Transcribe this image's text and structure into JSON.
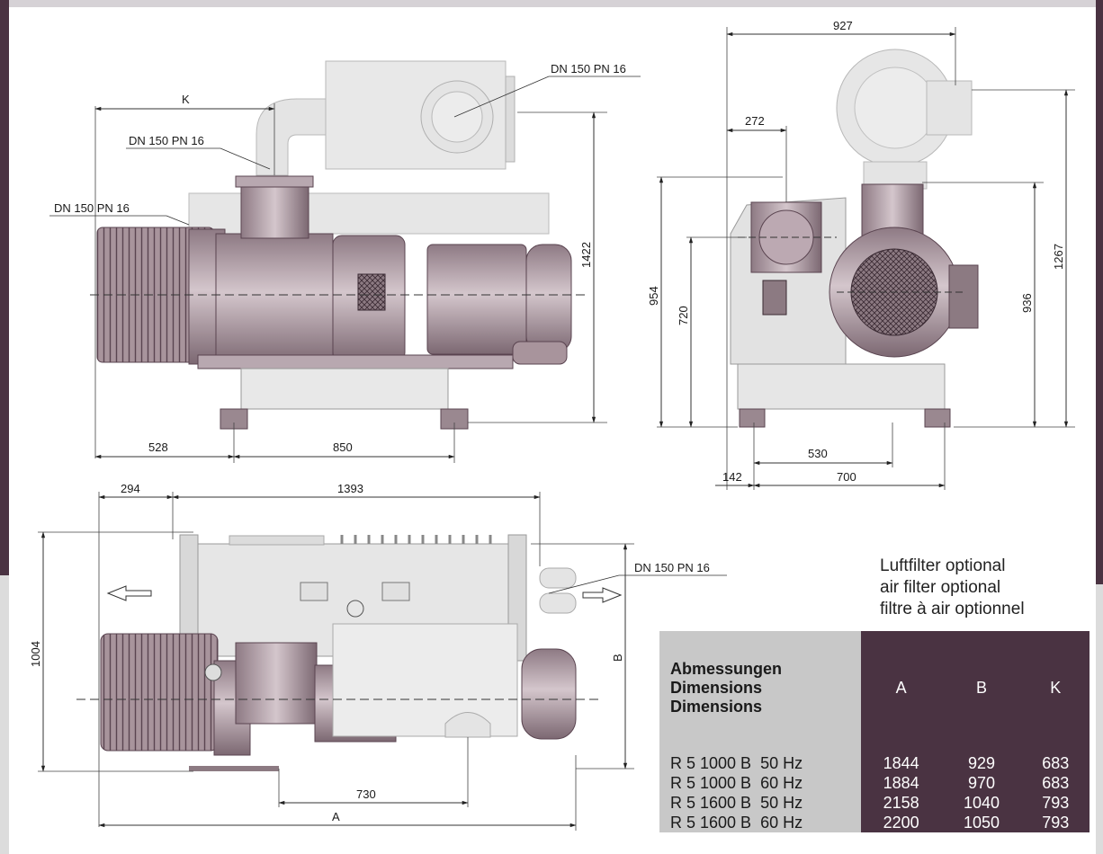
{
  "dimensions": {
    "front": {
      "K": "K",
      "d1422": "1422",
      "d528": "528",
      "d850": "850",
      "flange_top": "DN 150 PN 16",
      "flange_mid": "DN 150 PN 16",
      "flange_left": "DN 150 PN 16"
    },
    "side": {
      "d927": "927",
      "d272": "272",
      "d954": "954",
      "d720": "720",
      "d936": "936",
      "d1267": "1267",
      "d530": "530",
      "d142": "142",
      "d700": "700"
    },
    "top": {
      "d294": "294",
      "d1393": "1393",
      "d1004": "1004",
      "B": "B",
      "d730": "730",
      "A": "A",
      "flange": "DN 150 PN 16"
    }
  },
  "note": {
    "line1": "Luftfilter optional",
    "line2": "air filter optional",
    "line3": "filtre à air optionnel"
  },
  "table": {
    "header": {
      "line1": "Abmessungen",
      "line2": "Dimensions",
      "line3": "Dimensions",
      "col_a": "A",
      "col_b": "B",
      "col_k": "K"
    },
    "rows": [
      {
        "model": "R 5 1000 B  50 Hz",
        "a": "1844",
        "b": "929",
        "k": "683"
      },
      {
        "model": "R 5 1000 B  60 Hz",
        "a": "1884",
        "b": "970",
        "k": "683"
      },
      {
        "model": "R 5 1600 B  50 Hz",
        "a": "2158",
        "b": "1040",
        "k": "793"
      },
      {
        "model": "R 5 1600 B  60 Hz",
        "a": "2200",
        "b": "1050",
        "k": "793"
      }
    ]
  },
  "colors": {
    "brand": "#4a3342",
    "metal": "#a8949c",
    "light_part": "#e6e6e6",
    "header_grey": "#c8c8c8"
  }
}
